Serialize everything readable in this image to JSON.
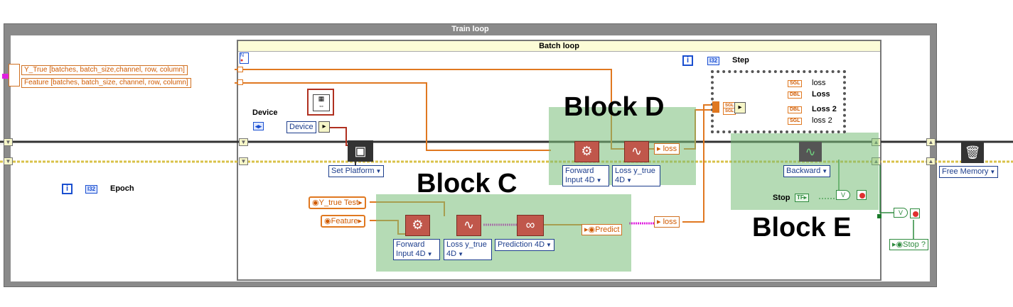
{
  "train_loop": {
    "title": "Train loop"
  },
  "batch_loop": {
    "title": "Batch loop"
  },
  "blocks": {
    "c": "Block C",
    "d": "Block D",
    "e": "Block E"
  },
  "cluster_inputs": [
    "Y_True [batches, batch_size,channel, row, column]",
    "Feature [batches, batch_size, channel, row, column]"
  ],
  "device": {
    "label": "Device",
    "value": "Device"
  },
  "set_platform": "Set Platform",
  "epoch": {
    "iter": "i",
    "type": "I32",
    "label": "Epoch"
  },
  "step": {
    "iter": "i",
    "type": "I32",
    "label": "Step"
  },
  "block_c": {
    "inputs": [
      "Y_true Test",
      "Feature"
    ],
    "forward": "Forward Input 4D",
    "loss": "Loss y_true 4D",
    "prediction": "Prediction 4D",
    "predict_out": "Predict",
    "loss_out": "loss"
  },
  "block_d": {
    "forward": "Forward Input 4D",
    "loss": "Loss y_true 4D",
    "loss_out": "loss"
  },
  "sequence": {
    "rows": [
      {
        "type": "SGL",
        "label": "loss"
      },
      {
        "type": "DBL",
        "label": "Loss"
      },
      {
        "type": "DBL",
        "label": "Loss 2"
      },
      {
        "type": "SGL",
        "label": "loss 2"
      }
    ],
    "mini": [
      "SGL",
      "SGL"
    ]
  },
  "block_e": {
    "backward": "Backward",
    "stop_label": "Stop",
    "stop_type": "TF",
    "or_label": "V",
    "stop_q": "Stop ?"
  },
  "free_memory": "Free Memory",
  "colors": {
    "block_green": "#78be78",
    "wire_orange": "#e07820",
    "wire_pink": "#e020e0",
    "wire_dark": "#333333",
    "vi_red": "#c0574b",
    "frame_gray": "#8a8a8a",
    "batch_title_bg": "#fcfcd7"
  },
  "icons": [
    "gear-icon",
    "wave-icon",
    "binoculars-icon",
    "chip-icon",
    "trash-icon",
    "stop-button-icon"
  ]
}
